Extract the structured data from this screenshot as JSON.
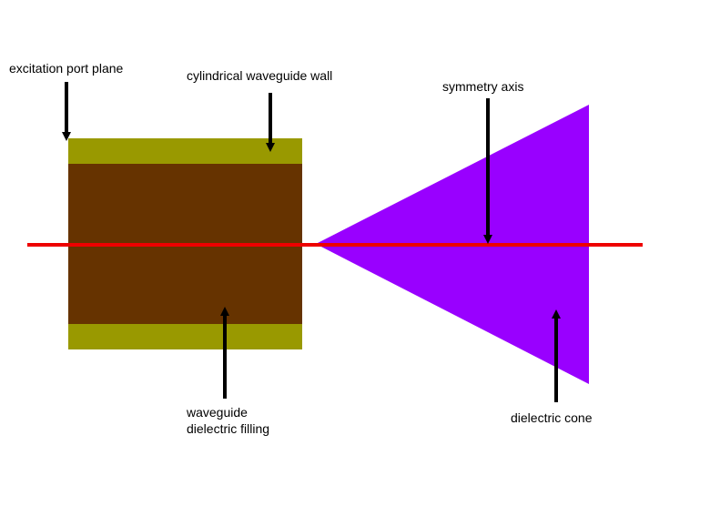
{
  "labels": {
    "excitation_port": "excitation port plane",
    "waveguide_wall": "cylindrical waveguide wall",
    "symmetry_axis": "symmetry axis",
    "filling_line1": "waveguide",
    "filling_line2": "dielectric filling",
    "cone": "dielectric cone"
  },
  "colors": {
    "background": "#ffffff",
    "waveguide_wall": "#999900",
    "dielectric_filling": "#663300",
    "dielectric_cone": "#9900ff",
    "symmetry_axis": "#ee0000",
    "arrows": "#000000"
  }
}
